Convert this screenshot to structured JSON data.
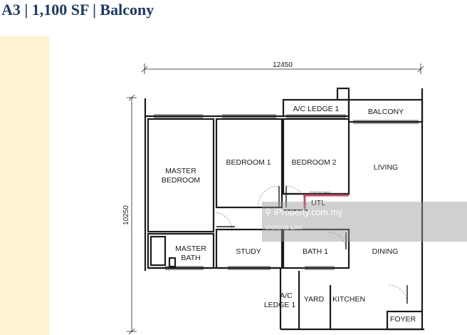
{
  "page": {
    "title": "A3 | 1,100 SF | Balcony"
  },
  "dimensions": {
    "width": "12450",
    "height": "10250"
  },
  "rooms": {
    "ac_ledge_top": "A/C LEDGE 1",
    "balcony": "BALCONY",
    "master_bedroom": [
      "MASTER",
      "BEDROOM"
    ],
    "bedroom_1": "BEDROOM 1",
    "bedroom_2": "BEDROOM 2",
    "living": "LIVING",
    "utl": "UTL",
    "master_bath": [
      "MASTER",
      "BATH"
    ],
    "study": "STUDY",
    "bath_1": "BATH 1",
    "dining": "DINING",
    "ac_ledge_bottom": [
      "A/C",
      "LEDGE 1"
    ],
    "yard": "YARD",
    "kitchen": "KITCHEN",
    "foyer": "FOYER"
  },
  "annotations": {
    "feature_wall": "FEATURE WALL"
  },
  "watermark": {
    "brand": "iProperty.com.my",
    "agent": "Victoria Lim"
  },
  "colors": {
    "title": "#1f3a63",
    "side_band": "#fdf3d0",
    "feature_wall": "#c0506a"
  }
}
